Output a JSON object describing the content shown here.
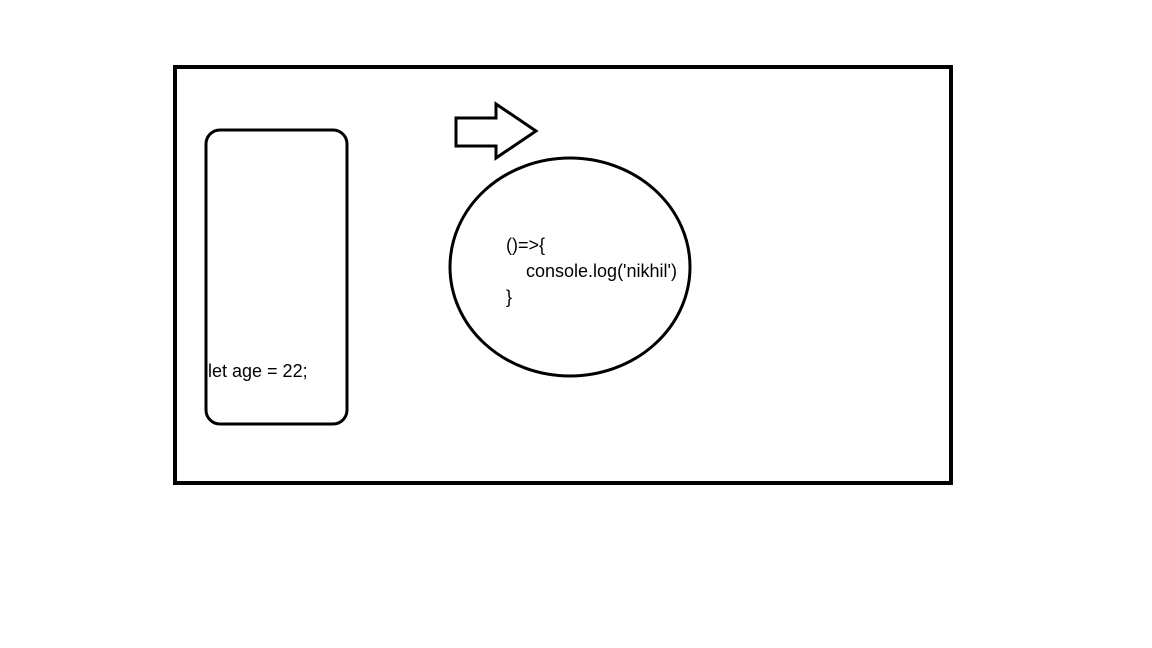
{
  "colors": {
    "stroke": "#000000",
    "background": "#ffffff"
  },
  "shapes": {
    "outer_box": {
      "kind": "rectangle"
    },
    "memory_box": {
      "kind": "rounded-rectangle"
    },
    "arrow": {
      "kind": "block-arrow",
      "direction": "right"
    },
    "function_circle": {
      "kind": "ellipse"
    }
  },
  "memory_box": {
    "variable_text": "let age = 22;"
  },
  "function_circle": {
    "line1": "()=>{",
    "line2": "console.log('nikhil')",
    "line3": "}"
  }
}
